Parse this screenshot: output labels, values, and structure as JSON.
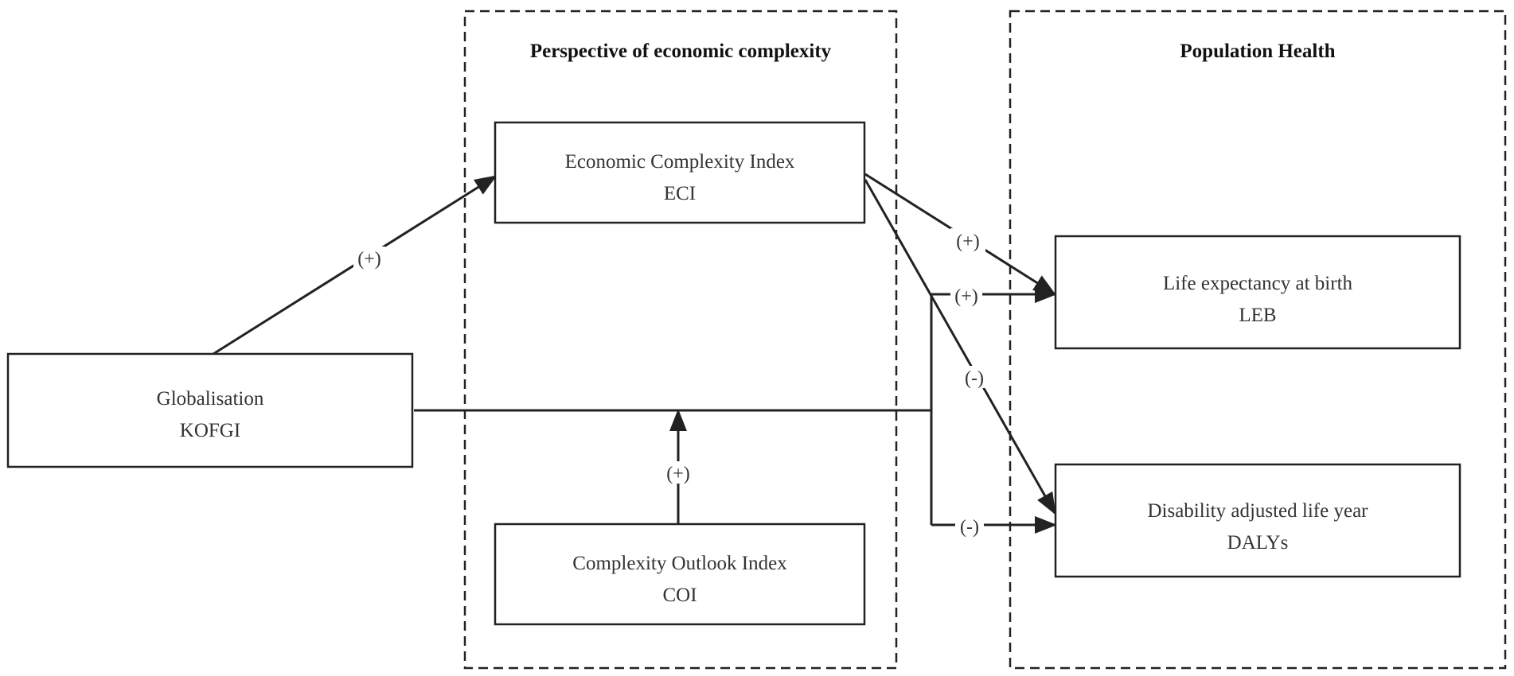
{
  "groups": {
    "economic_complexity": {
      "title": "Perspective of economic complexity"
    },
    "population_health": {
      "title": "Population Health"
    }
  },
  "nodes": {
    "globalisation": {
      "line1": "Globalisation",
      "line2": "KOFGI"
    },
    "eci": {
      "line1": "Economic Complexity Index",
      "line2": "ECI"
    },
    "coi": {
      "line1": "Complexity Outlook Index",
      "line2": "COI"
    },
    "leb": {
      "line1": "Life expectancy at birth",
      "line2": "LEB"
    },
    "dalys": {
      "line1": "Disability adjusted life year",
      "line2": "DALYs"
    }
  },
  "edges": {
    "kofgi_eci": {
      "label": "(+)"
    },
    "coi_moderation": {
      "label": "(+)"
    },
    "eci_leb": {
      "label": "(+)"
    },
    "kofgi_leb": {
      "label": "(+)"
    },
    "eci_dalys": {
      "label": "(-)"
    },
    "kofgi_dalys": {
      "label": "(-)"
    }
  },
  "colors": {
    "stroke": "#222222",
    "text": "#333333",
    "background": "#ffffff"
  }
}
